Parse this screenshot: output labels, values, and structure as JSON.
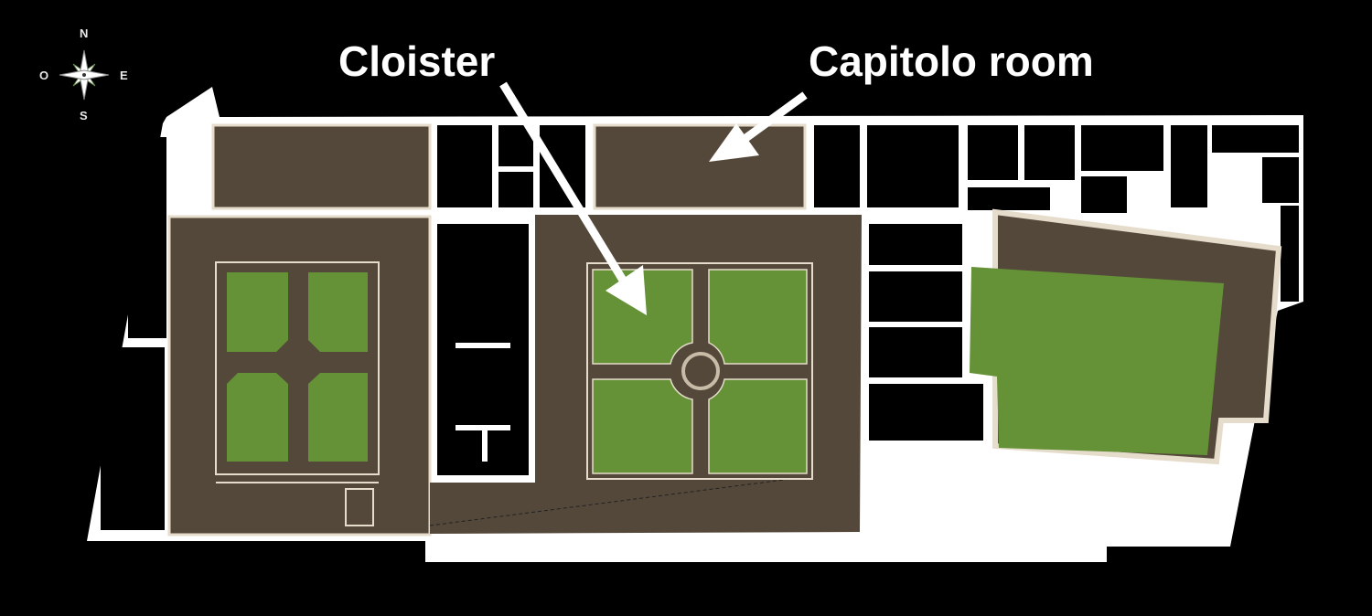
{
  "labels": {
    "cloister": "Cloister",
    "capitolo_room": "Capitolo room"
  },
  "compass": {
    "north": "N",
    "east": "E",
    "south": "S",
    "west": "O"
  },
  "colors": {
    "background": "#000000",
    "walls": "#ffffff",
    "floor": "#54483a",
    "garden": "#659237",
    "trim": "#e6dccb"
  }
}
